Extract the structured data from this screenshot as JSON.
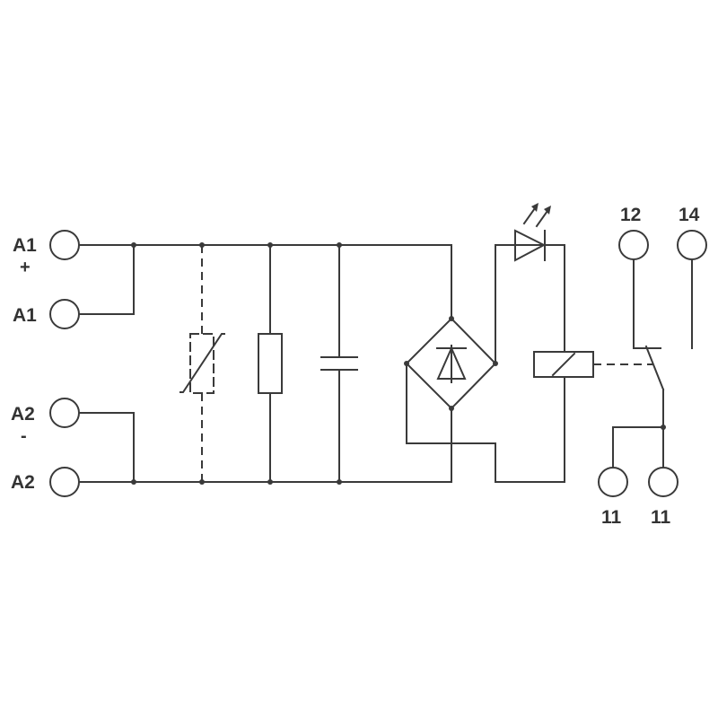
{
  "terminals": {
    "a1_top": "A1",
    "a1_plus": "+",
    "a1_bottom": "A1",
    "a2_top": "A2",
    "a2_minus": "-",
    "a2_bottom": "A2",
    "t12": "12",
    "t14": "14",
    "t11_left": "11",
    "t11_right": "11"
  },
  "colors": {
    "line": "#3a3a3a",
    "text": "#333333",
    "background": "#ffffff"
  }
}
